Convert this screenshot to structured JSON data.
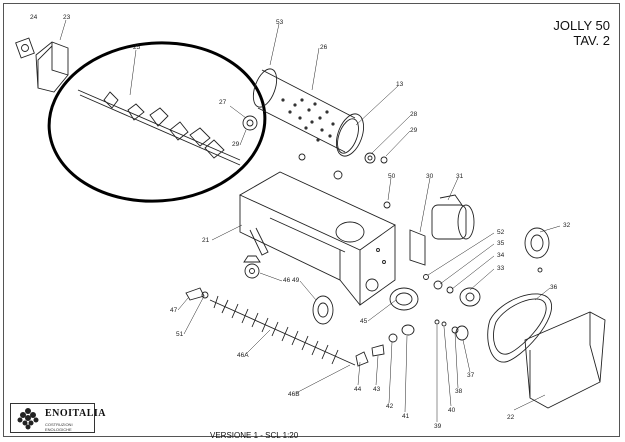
{
  "header": {
    "title_line1": "JOLLY 50",
    "title_line2": "TAV. 2"
  },
  "footer": {
    "version": "VERSIONE 1 - SCL 1:20"
  },
  "logo": {
    "brand": "ENOITALIA",
    "tagline": "COSTRUZIONI ENOLOGICHE"
  },
  "part_labels": [
    "24",
    "23",
    "25",
    "27",
    "29",
    "53",
    "26",
    "13",
    "28",
    "29",
    "30",
    "31",
    "50",
    "21",
    "52",
    "35",
    "34",
    "33",
    "32",
    "36",
    "46",
    "49",
    "47",
    "51",
    "45",
    "46A",
    "46B",
    "44",
    "43",
    "42",
    "41",
    "39",
    "40",
    "38",
    "37",
    "22"
  ]
}
